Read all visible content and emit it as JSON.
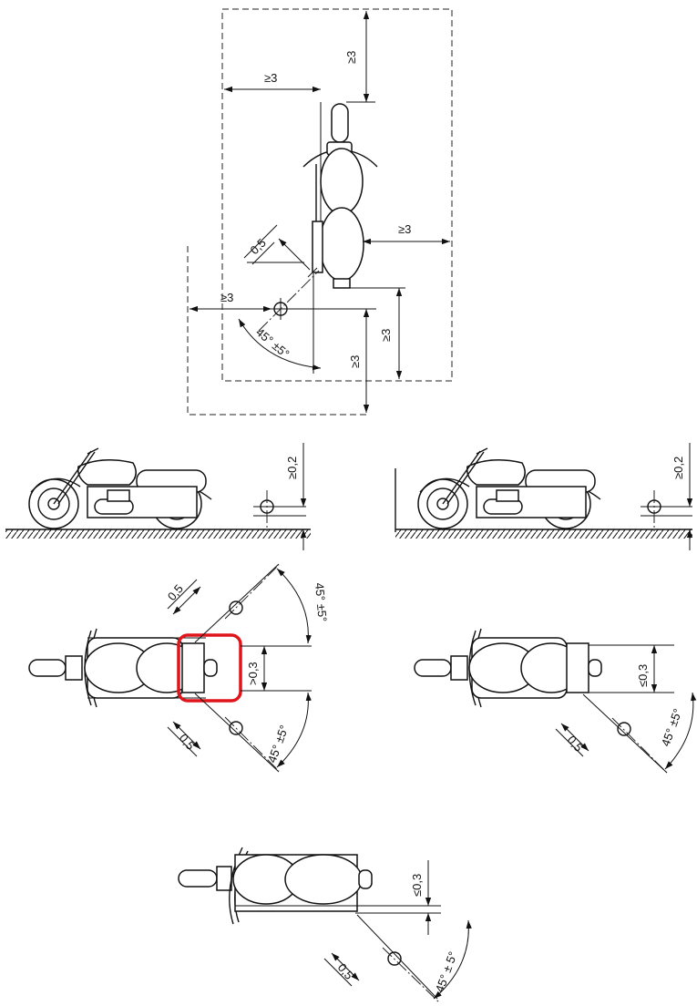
{
  "colors": {
    "line": "#111111",
    "highlight": "#e0141b",
    "background": "#ffffff"
  },
  "labels": {
    "ge3": "≥3",
    "half": "0,5",
    "angle": "45° ±5°",
    "angle_spaced": "45° ± 5°",
    "ge02": "≥0,2",
    "gt03": ">0,3",
    "le03": "≤0,3"
  }
}
